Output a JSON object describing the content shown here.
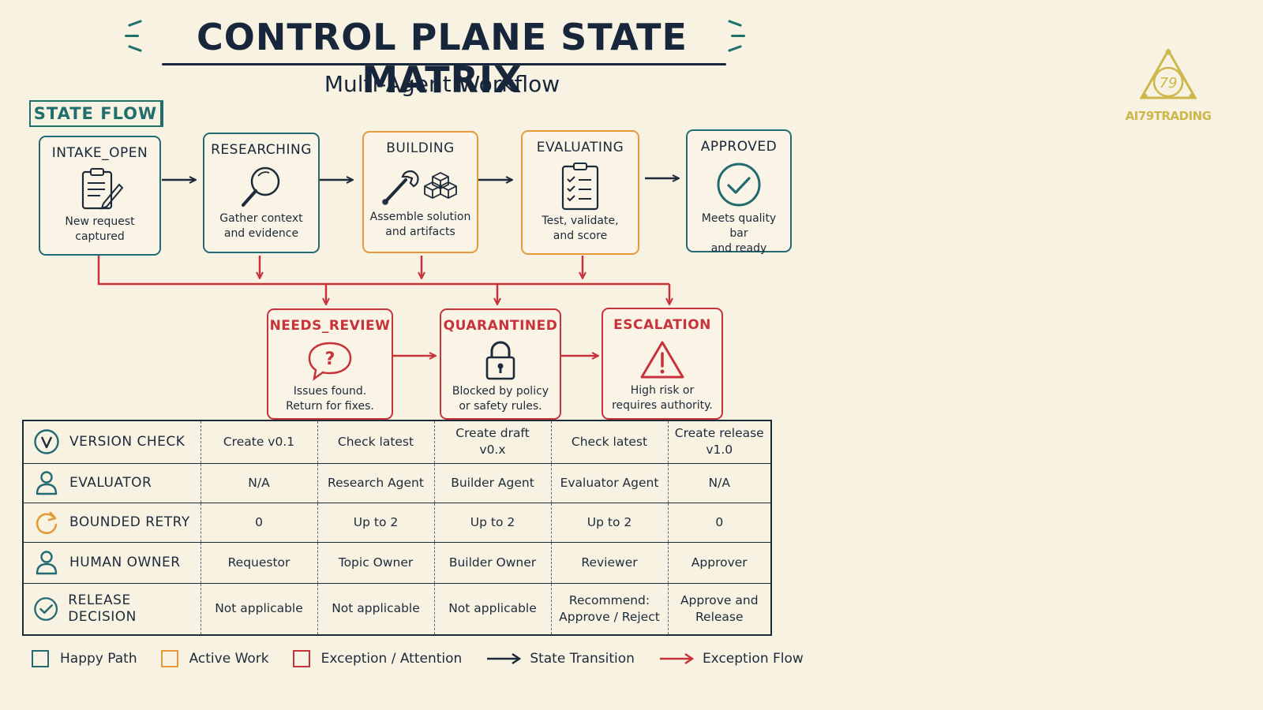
{
  "title": "CONTROL PLANE STATE MATRIX",
  "subtitle": "Multi-Agent Workflow",
  "section_label": "STATE FLOW",
  "logo": {
    "text": "AI79TRADING",
    "mark": "79"
  },
  "colors": {
    "happy": "#236a72",
    "active": "#e39b3a",
    "exception": "#c8323a",
    "ink": "#1d2a3a",
    "background": "#f8f2e2"
  },
  "states": [
    {
      "name": "INTAKE_OPEN",
      "icon": "clipboard-pencil-icon",
      "desc": [
        "New request",
        "captured"
      ],
      "kind": "happy"
    },
    {
      "name": "RESEARCHING",
      "icon": "magnifier-icon",
      "desc": [
        "Gather context",
        "and evidence"
      ],
      "kind": "happy"
    },
    {
      "name": "BUILDING",
      "icon": "wrench-blocks-icon",
      "desc": [
        "Assemble solution",
        "and artifacts"
      ],
      "kind": "active"
    },
    {
      "name": "EVALUATING",
      "icon": "checklist-icon",
      "desc": [
        "Test, validate,",
        "and score"
      ],
      "kind": "active"
    },
    {
      "name": "APPROVED",
      "icon": "check-circle-icon",
      "desc": [
        "Meets quality bar",
        "and ready"
      ],
      "kind": "happy"
    }
  ],
  "exception_states": [
    {
      "name": "NEEDS_REVIEW",
      "icon": "question-bubble-icon",
      "desc": [
        "Issues found.",
        "Return for fixes."
      ]
    },
    {
      "name": "QUARANTINED",
      "icon": "lock-icon",
      "desc": [
        "Blocked by policy",
        "or safety rules."
      ]
    },
    {
      "name": "ESCALATION",
      "icon": "warning-icon",
      "desc": [
        "High risk or",
        "requires authority."
      ]
    }
  ],
  "matrix": [
    {
      "label": "VERSION CHECK",
      "icon": "v-circle-icon",
      "cells": [
        [
          "Create v0.1"
        ],
        [
          "Check latest"
        ],
        [
          "Create draft",
          "v0.x"
        ],
        [
          "Check latest"
        ],
        [
          "Create release",
          "v1.0"
        ]
      ]
    },
    {
      "label": "EVALUATOR",
      "icon": "person-icon",
      "cells": [
        [
          "N/A"
        ],
        [
          "Research Agent"
        ],
        [
          "Builder Agent"
        ],
        [
          "Evaluator Agent"
        ],
        [
          "N/A"
        ]
      ]
    },
    {
      "label": "BOUNDED RETRY",
      "icon": "retry-icon",
      "cells": [
        [
          "0"
        ],
        [
          "Up to 2"
        ],
        [
          "Up to 2"
        ],
        [
          "Up to 2"
        ],
        [
          "0"
        ]
      ]
    },
    {
      "label": "HUMAN OWNER",
      "icon": "person-icon",
      "cells": [
        [
          "Requestor"
        ],
        [
          "Topic Owner"
        ],
        [
          "Builder Owner"
        ],
        [
          "Reviewer"
        ],
        [
          "Approver"
        ]
      ]
    },
    {
      "label": "RELEASE DECISION",
      "icon": "check-circle-icon",
      "cells": [
        [
          "Not applicable"
        ],
        [
          "Not applicable"
        ],
        [
          "Not applicable"
        ],
        [
          "Recommend:",
          "Approve / Reject"
        ],
        [
          "Approve and",
          "Release"
        ]
      ]
    }
  ],
  "legend": [
    {
      "label": "Happy Path",
      "kind": "box",
      "color": "#236a72"
    },
    {
      "label": "Active Work",
      "kind": "box",
      "color": "#e39b3a"
    },
    {
      "label": "Exception / Attention",
      "kind": "box",
      "color": "#c8323a"
    },
    {
      "label": "State Transition",
      "kind": "arrow",
      "color": "#1d2a3a"
    },
    {
      "label": "Exception Flow",
      "kind": "arrow",
      "color": "#c8323a"
    }
  ]
}
